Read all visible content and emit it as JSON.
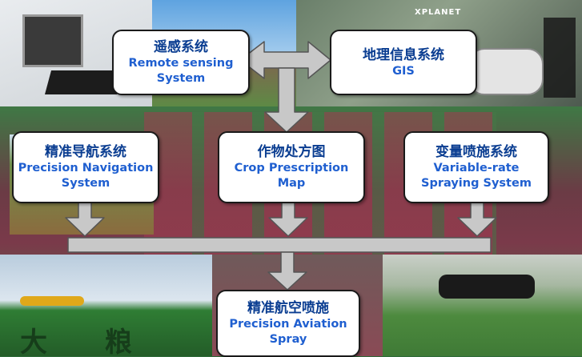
{
  "boxes": {
    "remote_sensing": {
      "zh": "遥感系统",
      "en_line1": "Remote sensing",
      "en_line2": "System"
    },
    "gis": {
      "zh": "地理信息系统",
      "en_line1": "GIS"
    },
    "navigation": {
      "zh": "精准导航系统",
      "en_line1": "Precision Navigation",
      "en_line2": "System"
    },
    "prescription": {
      "zh": "作物处方图",
      "en_line1": "Crop Prescription",
      "en_line2": "Map"
    },
    "variable_rate": {
      "zh": "变量喷施系统",
      "en_line1": "Variable-rate",
      "en_line2": "Spraying System"
    },
    "aviation": {
      "zh": "精准航空喷施",
      "en_line1": "Precision Aviation",
      "en_line2": "Spray"
    }
  },
  "photo_text": {
    "software_logo": "XPLANET",
    "field_characters": "大 粮"
  },
  "colors": {
    "title_blue": "#0a3d91",
    "text_blue": "#1f5fd0",
    "arrow_gray": "#c8c8c8"
  }
}
